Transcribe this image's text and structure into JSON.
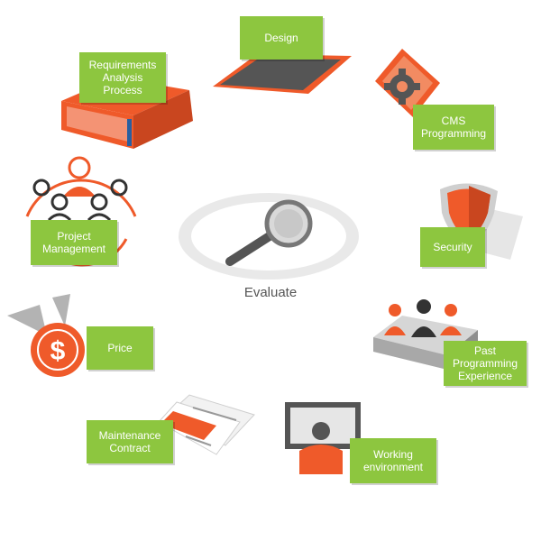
{
  "center": {
    "label": "Evaluate"
  },
  "items": {
    "design": "Design",
    "requirements": "Requirements\nAnalysis\nProcess",
    "cms": "CMS\nProgramming",
    "project_management": "Project\nManagement",
    "security": "Security",
    "price": "Price",
    "past_experience": "Past\nProgramming\nExperience",
    "maintenance": "Maintenance\nContract",
    "working_environment": "Working\nenvironment"
  },
  "colors": {
    "label_green": "#8dc63f",
    "accent_orange": "#ef5a2a",
    "dark_gray": "#555555",
    "light_gray": "#e6e6e6"
  }
}
